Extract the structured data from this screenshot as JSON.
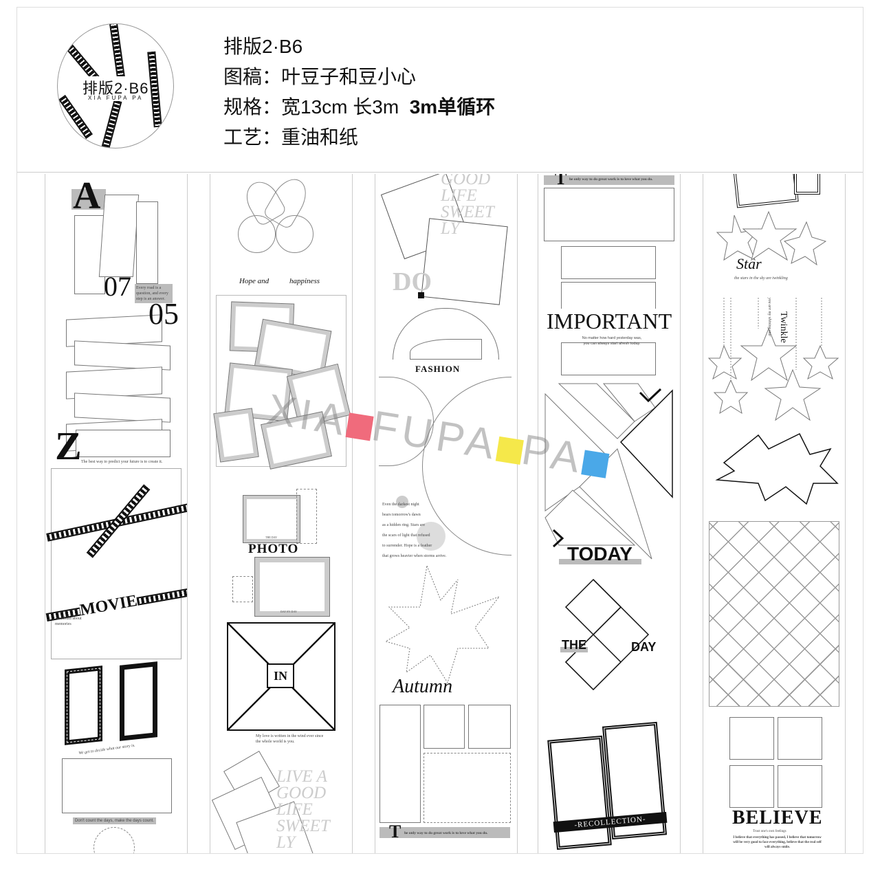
{
  "header": {
    "logo_title": "排版2·B6",
    "logo_brand": "XIA FUPA PA",
    "title": "排版2·B6",
    "artist_label": "图稿：",
    "artist": "叶豆子和豆小心",
    "spec_label": "规格：",
    "spec": "宽13cm  长3m",
    "spec_bold": "3m单循环",
    "craft_label": "工艺：",
    "craft": "重油和纸"
  },
  "watermark": {
    "text": [
      "XIA",
      "FUPA",
      "PA"
    ],
    "colors": [
      "#f06b7c",
      "#f5e84a",
      "#4aa8e8"
    ]
  },
  "strips": [
    {
      "texts": {
        "a": "A",
        "n07": "07",
        "quote1": "Every road is a question, and every step is an answer.",
        "n05": "05",
        "z": "Z",
        "quote2": "The best way to predict your future is to create it.",
        "movie": "MOVIE",
        "album": "An album about memories",
        "story": "We get to decide what our story is.",
        "days": "Don't count the days, make the days count."
      }
    },
    {
      "texts": {
        "hope": "Hope and",
        "happy": "happiness",
        "theday": "THE DAY",
        "photo": "PHOTO",
        "daybyday": "DAY BY DAY",
        "in": "IN",
        "love": "My love is written in the wind ever since the whole world is you.",
        "live": "LIVE A GOOD LIFE SWEET LY"
      }
    },
    {
      "texts": {
        "good": "GOOD LIFE SWEET LY",
        "do": "DO",
        "fashion": "FASHION",
        "poem": [
          "Even the darkest night",
          "bears tomorrow's dawn",
          "as a hidden ring. Stars are",
          "the scars of light that refused",
          "to surrender. Hope is a feather",
          "that grows heavier when storms arrive."
        ],
        "autumn": "Autumn",
        "t": "T",
        "quote": "he only way to do great work is to love what you do."
      }
    },
    {
      "texts": {
        "t": "T",
        "quote": "he only way to do great work is to love what you do.",
        "important": "IMPORTANT",
        "nomatter": "No matter how hard yesterday was, you can always start afresh today.",
        "today": "TODAY",
        "the": "THE",
        "day": "DAY",
        "recollection": "-RECOLLECTION-"
      }
    },
    {
      "texts": {
        "star": "Star",
        "stars_sub": "the stars in the sky are twinkling",
        "twinkle": "Twinkle",
        "twinkle_sub": "you are my shining star",
        "believe": "BELIEVE",
        "trust": "Trust one's own feelings",
        "believe_sub": "I believe that everything has passed, I believe that tomorrow will be very good to face everything, believe that the real self will always smile."
      }
    }
  ]
}
